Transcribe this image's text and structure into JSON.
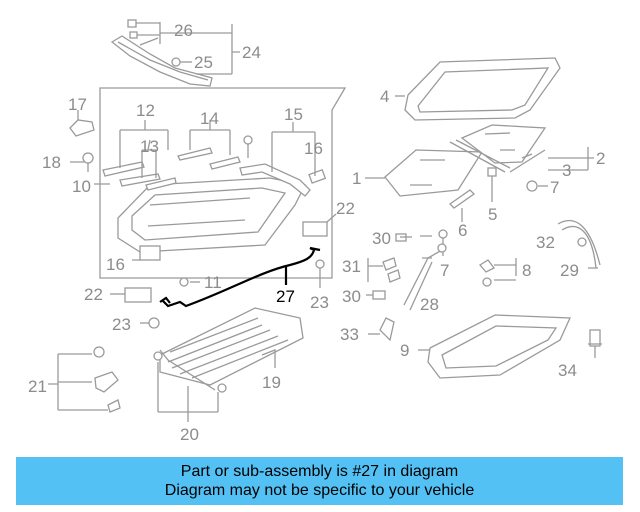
{
  "diagram": {
    "highlighted_part": "27",
    "callouts": {
      "c1": "1",
      "c2": "2",
      "c3": "3",
      "c4": "4",
      "c5": "5",
      "c6": "6",
      "c7a": "7",
      "c7b": "7",
      "c8": "8",
      "c9": "9",
      "c10": "10",
      "c11": "11",
      "c12": "12",
      "c13": "13",
      "c14": "14",
      "c15": "15",
      "c16a": "16",
      "c16b": "16",
      "c17": "17",
      "c18": "18",
      "c19": "19",
      "c20": "20",
      "c21": "21",
      "c22a": "22",
      "c22b": "22",
      "c23a": "23",
      "c23b": "23",
      "c24": "24",
      "c25": "25",
      "c26": "26",
      "c27": "27",
      "c28": "28",
      "c29": "29",
      "c30a": "30",
      "c30b": "30",
      "c31": "31",
      "c32": "32",
      "c33": "33",
      "c34": "34"
    },
    "colors": {
      "line": "#9a9a9a",
      "text": "#8c8c8c",
      "highlight": "#000000"
    }
  },
  "banner": {
    "line1": "Part or sub-assembly is #27 in diagram",
    "line2": "Diagram may not be specific to your vehicle",
    "background": "#54c1f5"
  }
}
